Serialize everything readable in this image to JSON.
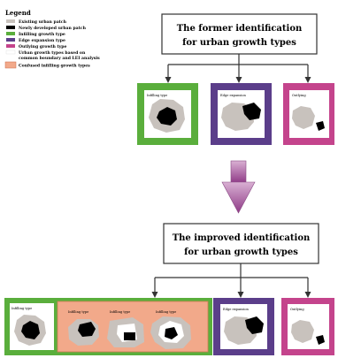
{
  "legend": {
    "title": "Legend",
    "items": [
      {
        "label": "Existing urban patch",
        "color": "#c8c2bd"
      },
      {
        "label": "Newly developed urban patch",
        "color": "#000000"
      },
      {
        "label": "Infilling growth type",
        "color": "#5aae3c"
      },
      {
        "label": "Edge expansion type",
        "color": "#5b3e8a"
      },
      {
        "label": "Outlying growth type",
        "color": "#c4448c"
      },
      {
        "label": "Urban growth types based on",
        "color": "#ffffff"
      },
      {
        "label": "common boundary and LEI analysis",
        "color": null
      },
      {
        "label": "Confused infilling growth types",
        "color": "#f2a98a"
      }
    ]
  },
  "top_box": {
    "line1": "The former identification",
    "line2": "for urban growth types"
  },
  "bottom_box": {
    "line1": "The improved identification",
    "line2": "for urban growth types"
  },
  "panel_labels": {
    "infilling": "Infilling type",
    "edge": "Edge expansion",
    "outlying": "Outlying"
  },
  "colors": {
    "infilling": "#5aae3c",
    "edge": "#5b3e8a",
    "outlying": "#c4448c",
    "confused": "#f2a98a",
    "existing": "#c8c2bd",
    "new": "#000000",
    "arrow": "#b36fa8"
  }
}
